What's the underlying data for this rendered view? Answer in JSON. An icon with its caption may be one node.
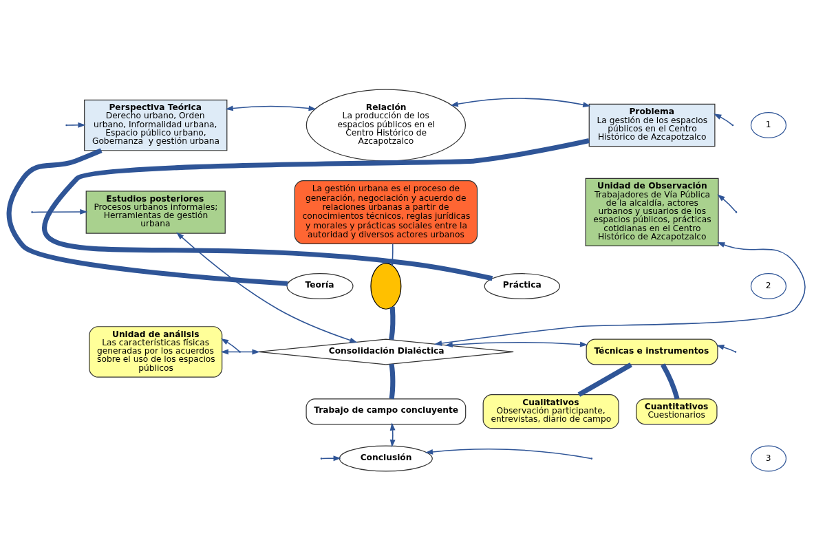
{
  "diagram": {
    "nodes": [
      {
        "text": [
          "Perspectiva Teórica",
          "Derecho urbano, Orden urbano, Informalidad urbana, Espacio público urbano, Gobernanza  y gestión urbana"
        ]
      },
      {
        "text": [
          "Relación",
          "La producción de los espacios públicos en el Centro Histórico de Azcapotzalco"
        ]
      },
      {
        "text": [
          "Problema",
          "La gestión de los espacios públicos en el Centro Histórico de Azcapotzalco"
        ]
      },
      {
        "text": [
          "Estudios posteriores",
          "Procesos urbanos informales; Herramientas de gestión urbana"
        ]
      },
      {
        "text": [
          "La gestión urbana es el proceso de generación, negociación y acuerdo de relaciones urbanas a partir de conocimientos técnicos, reglas jurídicas y morales y prácticas sociales entre la autoridad y diversos actores urbanos"
        ]
      },
      {
        "text": [
          "Unidad de Observación",
          "Trabajadores de Vía Pública de la alcaldía, actores urbanos y usuarios de los espacios públicos, prácticas cotidianas en el Centro Histórico de Azcapotzalco"
        ]
      },
      {
        "text": [
          "Teoría"
        ]
      },
      {
        "text": [],
        "shape": "circle"
      },
      {
        "text": [
          "Práctica"
        ]
      },
      {
        "text": [
          "Unidad de análisis",
          "Las características físicas generadas por los acuerdos sobre el uso de los espacios públicos"
        ]
      },
      {
        "text": [
          "Consolidación Dialéctica"
        ]
      },
      {
        "text": [
          "Técnicas e instrumentos"
        ]
      },
      {
        "text": [
          "Cualitativos",
          "Observación participante, entrevistas, diario de campo"
        ]
      },
      {
        "text": [
          "Cuantitativos",
          "Cuestionarios"
        ]
      },
      {
        "text": [
          "Trabajo de campo concluyente"
        ]
      },
      {
        "text": [
          "Conclusión"
        ]
      },
      {
        "text": [
          "1"
        ]
      },
      {
        "text": [
          "2"
        ]
      },
      {
        "text": [
          "3"
        ]
      }
    ],
    "edges": [
      {
        "from": 0,
        "to": 1,
        "arrow": "both"
      },
      {
        "from": 1,
        "to": 2,
        "arrow": "both"
      },
      {
        "from": 0,
        "to": 6,
        "arrow": "none",
        "style": "thick"
      },
      {
        "from": 2,
        "to": 8,
        "arrow": "none",
        "style": "thick"
      },
      {
        "from": 4,
        "to": 7,
        "arrow": "to"
      },
      {
        "from": 7,
        "to": 10,
        "arrow": "none",
        "style": "thick"
      },
      {
        "from": 10,
        "to": 3,
        "arrow": "both"
      },
      {
        "from": 9,
        "to": 10,
        "arrow": "both"
      },
      {
        "from": 10,
        "to": 5,
        "arrow": "both"
      },
      {
        "from": 10,
        "to": 11,
        "arrow": "both"
      },
      {
        "from": 11,
        "to": 12,
        "arrow": "none",
        "style": "thick"
      },
      {
        "from": 11,
        "to": 13,
        "arrow": "none",
        "style": "thick"
      },
      {
        "from": 10,
        "to": 14,
        "arrow": "none",
        "style": "thick"
      },
      {
        "from": 14,
        "to": 15,
        "arrow": "both"
      },
      {
        "from": null,
        "to": 0,
        "arrow": "to"
      },
      {
        "from": null,
        "to": 3,
        "arrow": "to"
      },
      {
        "from": null,
        "to": 9,
        "arrow": "to"
      },
      {
        "from": null,
        "to": 15,
        "arrow": "to"
      },
      {
        "from": null,
        "to": 2,
        "arrow": "to"
      },
      {
        "from": null,
        "to": 5,
        "arrow": "to"
      },
      {
        "from": null,
        "to": 11,
        "arrow": "to"
      },
      {
        "from": null,
        "to": 15,
        "arrow": "to"
      }
    ]
  }
}
